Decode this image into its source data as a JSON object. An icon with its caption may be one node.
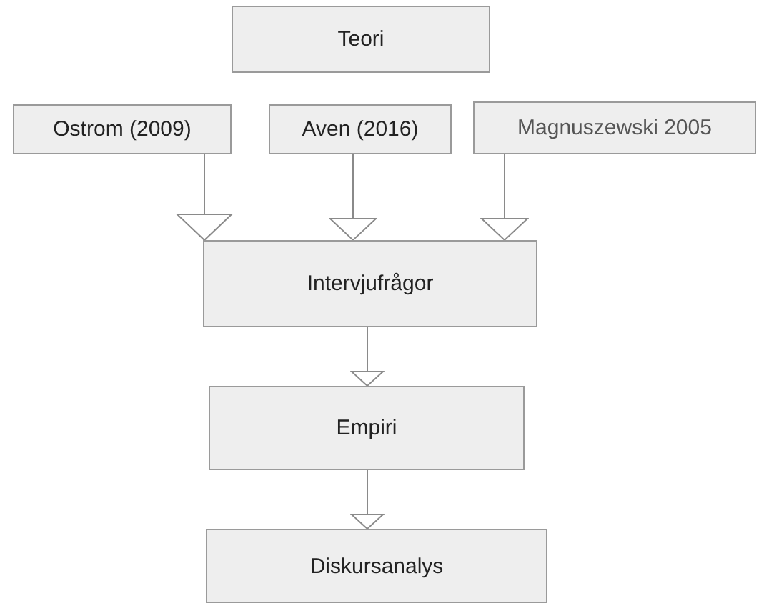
{
  "diagram": {
    "nodes": [
      {
        "text": [
          "Teori"
        ]
      },
      {
        "text": [
          "Ostrom (2009)"
        ]
      },
      {
        "text": [
          "Aven (2016)"
        ]
      },
      {
        "text": [
          "Magnuszewski 2005"
        ]
      },
      {
        "text": [
          "Intervjufrågor"
        ]
      },
      {
        "text": [
          "Empiri"
        ]
      },
      {
        "text": [
          "Diskursanalys"
        ]
      }
    ],
    "edges": [
      {
        "from": 1,
        "to": 4,
        "arrow": "to"
      },
      {
        "from": 2,
        "to": 4,
        "arrow": "to"
      },
      {
        "from": 3,
        "to": 4,
        "arrow": "to"
      },
      {
        "from": 4,
        "to": 5,
        "arrow": "to"
      },
      {
        "from": 5,
        "to": 6,
        "arrow": "to"
      }
    ]
  }
}
